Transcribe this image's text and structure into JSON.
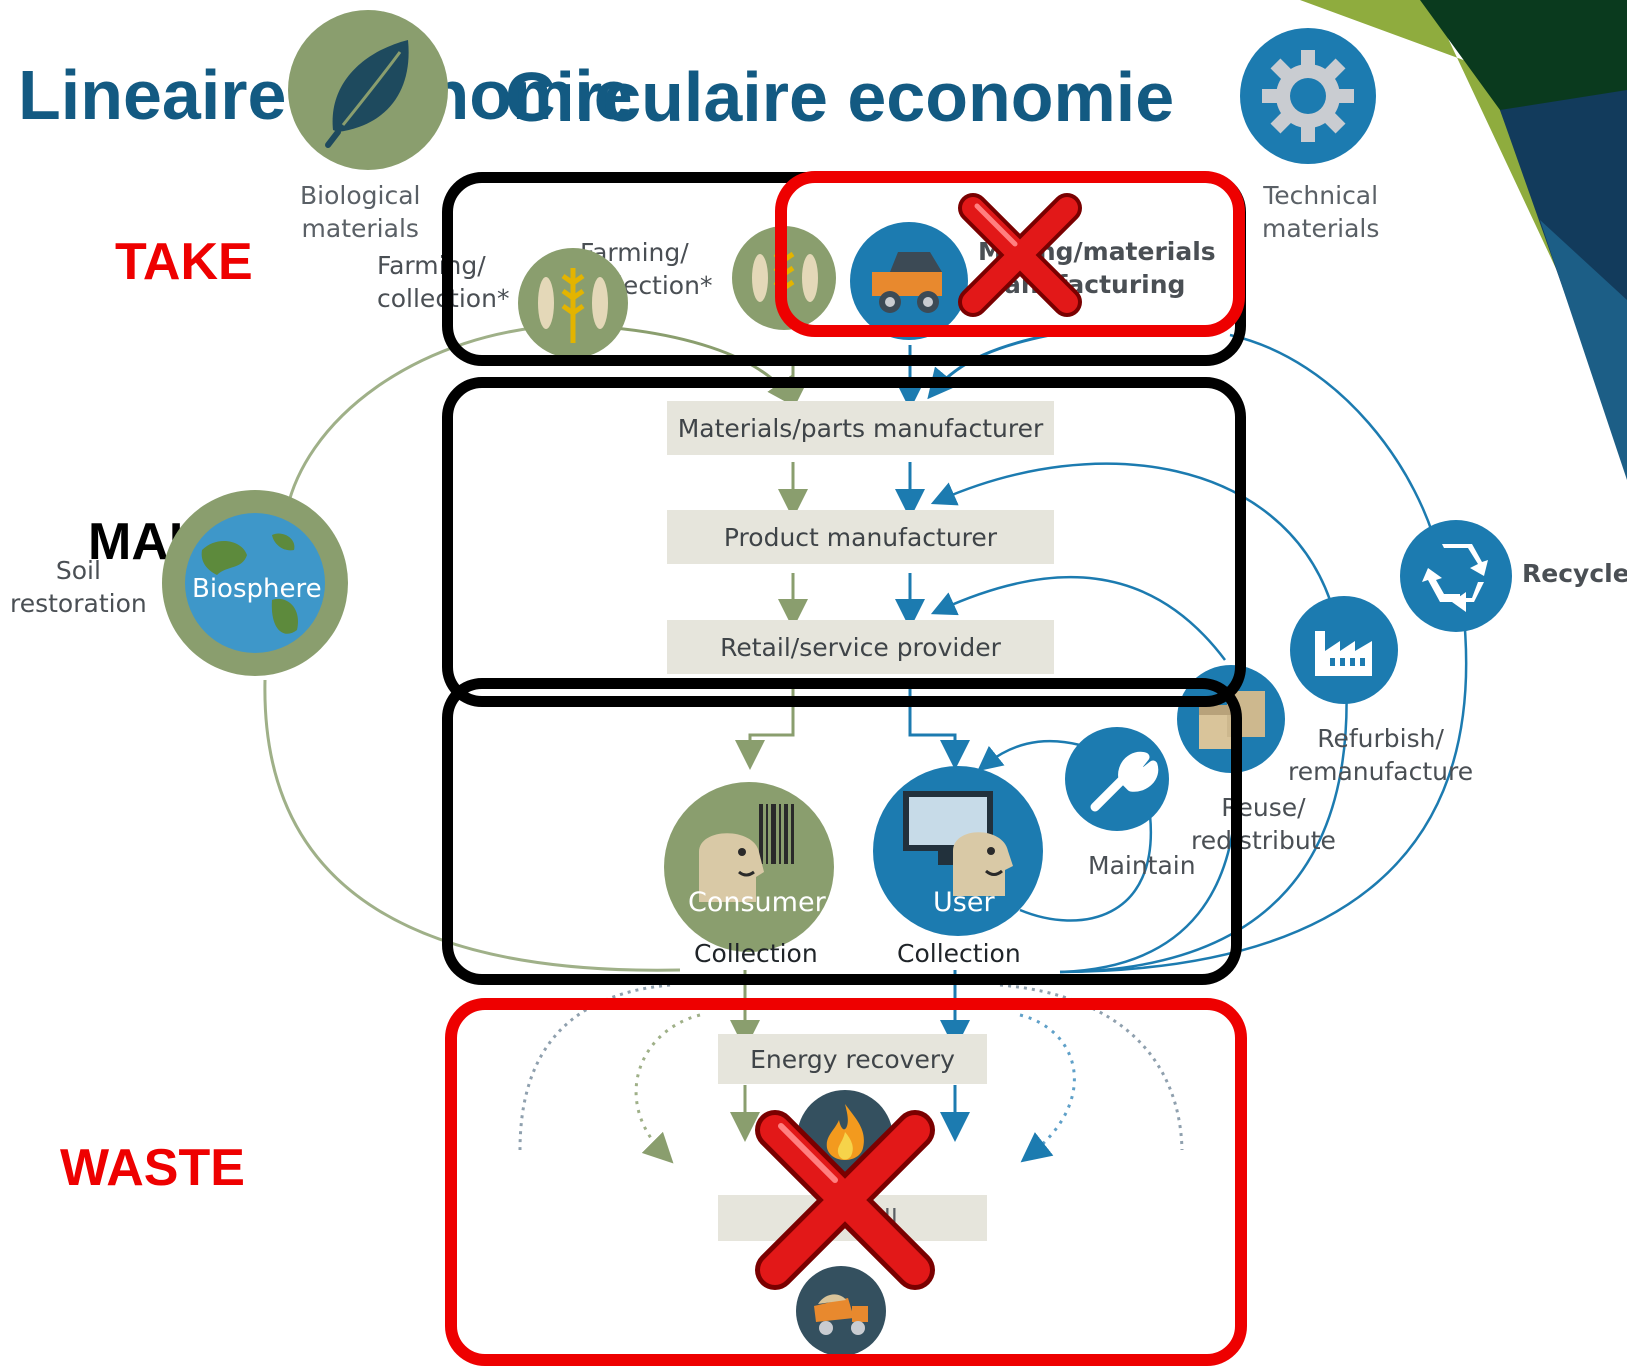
{
  "titles": {
    "linear": "Lineaire economie",
    "circular": "Circulaire economie"
  },
  "stages": {
    "take": "TAKE",
    "make": "MAKE",
    "waste": "WASTE"
  },
  "colors": {
    "title": "#135a82",
    "take_red": "#ee0000",
    "biological_green": "#8a9e6e",
    "technical_blue": "#1c7bb0",
    "box_fill": "#e6e5dc",
    "frame_black": "#000000"
  },
  "materials": {
    "biological": "Biological\nmaterials",
    "technical": "Technical\nmaterials"
  },
  "sources": {
    "farming_left": "Farming/\ncollection*",
    "farming_right": "Farming/\ncollection*",
    "mining": "Mining/materials\nmanufacturing"
  },
  "chain": {
    "materials_parts": "Materials/parts manufacturer",
    "product": "Product manufacturer",
    "retail": "Retail/service provider",
    "energy": "Energy recovery",
    "landfill": "Landfill"
  },
  "nodes": {
    "biosphere": "Biosphere",
    "consumer": "Consumer",
    "user": "User",
    "consumer_collection": "Collection",
    "user_collection": "Collection"
  },
  "loops": {
    "soil": "Soil\nrestoration",
    "recycle": "Recycle",
    "refurbish": "Refurbish/\nremanufacture",
    "reuse": "Reuse/\nredistribute",
    "maintain": "Maintain"
  },
  "icons": {
    "biological": "leaf-icon",
    "technical": "gear-icon",
    "farming": "wheat-fish-icon",
    "mining": "mining-truck-icon",
    "biosphere": "globe-icon",
    "recycle": "recycle-icon",
    "refurbish": "factory-icon",
    "reuse": "boxes-icon",
    "maintain": "wrench-icon",
    "consumer": "barcode-person-icon",
    "user": "computer-person-icon",
    "energy": "fire-icon",
    "landfill": "dump-truck-icon",
    "reject": "red-x-icon"
  }
}
